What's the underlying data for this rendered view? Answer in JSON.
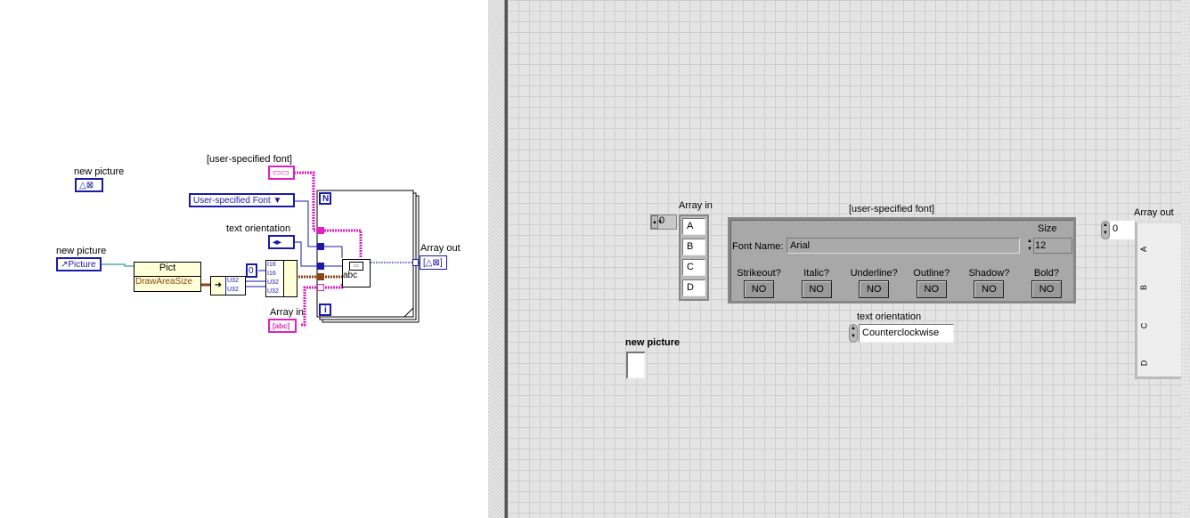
{
  "block_diagram": {
    "new_picture_label_1": "new picture",
    "user_font_label": "[user-specified font]",
    "font_enum_value": "User-specified Font",
    "text_orientation_label": "text orientation",
    "new_picture_label_2": "new picture",
    "picture_constant": "Picture",
    "property_node_class": "Pict",
    "property_node_property": "DrawAreaSize",
    "u32_a": "U32",
    "u32_b": "U32",
    "i16_a": "I16",
    "i16_b": "I16",
    "u32_c": "U32",
    "u32_d": "U32",
    "zero_constant": "0",
    "loop_count": "N",
    "loop_index": "i",
    "subvi_text": "abc",
    "array_in_label": "Array in",
    "array_in_terminal": "[abc]",
    "array_out_label": "Array out"
  },
  "front_panel": {
    "array_in": {
      "label": "Array in",
      "index": "0",
      "items": [
        "A",
        "B",
        "C",
        "D"
      ]
    },
    "font_cluster": {
      "label": "[user-specified font]",
      "font_name_label": "Font Name:",
      "font_name": "Arial",
      "size_label": "Size",
      "size": "12",
      "toggles": [
        {
          "label": "Strikeout?",
          "value": "NO"
        },
        {
          "label": "Italic?",
          "value": "NO"
        },
        {
          "label": "Underline?",
          "value": "NO"
        },
        {
          "label": "Outline?",
          "value": "NO"
        },
        {
          "label": "Shadow?",
          "value": "NO"
        },
        {
          "label": "Bold?",
          "value": "NO"
        }
      ]
    },
    "text_orientation": {
      "label": "text orientation",
      "value": "Counterclockwise"
    },
    "new_picture": {
      "label": "new picture"
    },
    "array_out": {
      "label": "Array out",
      "index": "0",
      "items": [
        "A",
        "B",
        "C",
        "D"
      ]
    }
  },
  "colors": {
    "wire_blue": "#1a1aa8",
    "wire_pink": "#e020c0",
    "wire_brown": "#8b4513",
    "wire_teal": "#008080"
  }
}
